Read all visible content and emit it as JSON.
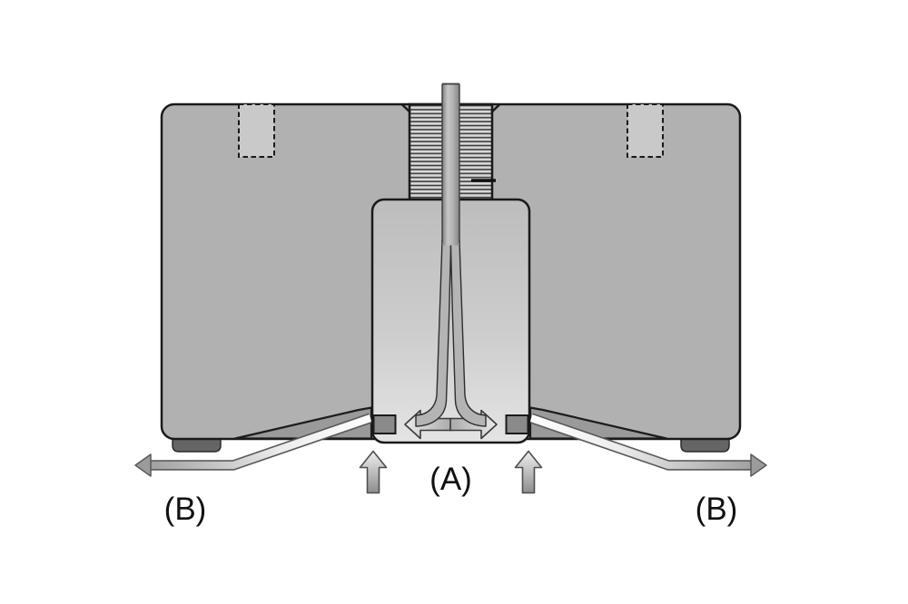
{
  "diagram": {
    "type": "technical-cross-section",
    "labels": {
      "center": "(A)",
      "left": "(B)",
      "right": "(B)"
    },
    "colors": {
      "background": "#ffffff",
      "body": "#b1b1b1",
      "neck_hatch_light": "#d8d8d8",
      "neck_hatch_dark": "#3a3a3a",
      "chamber_top": "#bdbdbd",
      "chamber_bottom": "#e4e4e4",
      "channel_wedge": "#9a9a9a",
      "seal_block": "#8a8a8a",
      "foot": "#656565",
      "dashed_insert": "#c9c9c9",
      "outline": "#1a1a1a"
    },
    "icons": {
      "inflow_left": "arrow-up",
      "inflow_right": "arrow-up",
      "spread_left": "arrow-left",
      "spread_right": "arrow-right",
      "outflow_left": "arrow-left-long",
      "outflow_right": "arrow-right-long"
    }
  }
}
